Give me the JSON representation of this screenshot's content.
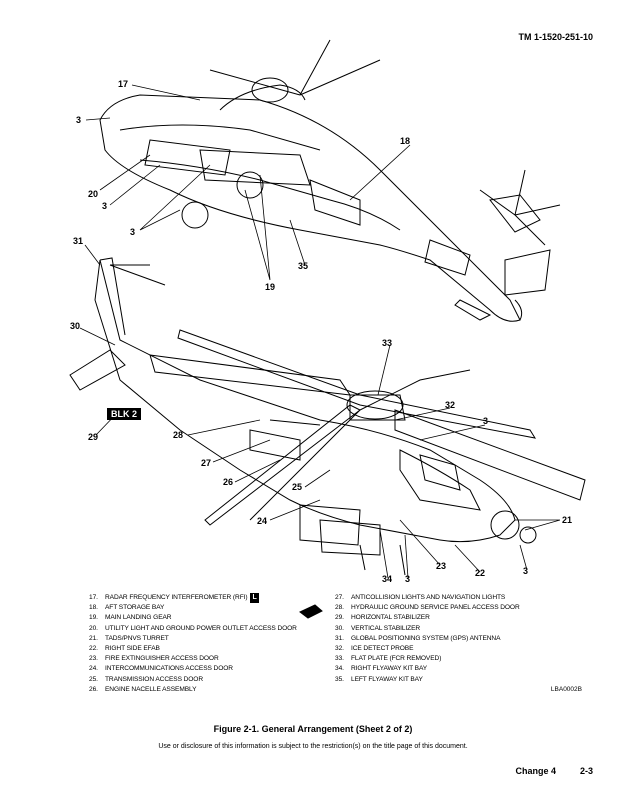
{
  "header": {
    "doc_number": "TM 1-1520-251-10"
  },
  "callouts": {
    "c17": "17",
    "c3a": "3",
    "c20": "20",
    "c3b": "3",
    "c3c": "3",
    "c18": "18",
    "c35": "35",
    "c19": "19",
    "c31": "31",
    "c30": "30",
    "c33": "33",
    "c32": "32",
    "c3d": "3",
    "c29": "29",
    "c28": "28",
    "c27": "27",
    "c26": "26",
    "c25": "25",
    "c24": "24",
    "c21": "21",
    "c23": "23",
    "c22": "22",
    "c3e": "3",
    "c34": "34",
    "c3f": "3"
  },
  "blk_label": "BLK 2",
  "legend_left": [
    {
      "num": "17.",
      "text": "RADAR FREQUENCY INTERFEROMETER (RFI)",
      "badge": "L"
    },
    {
      "num": "18.",
      "text": "AFT STORAGE BAY"
    },
    {
      "num": "19.",
      "text": "MAIN LANDING GEAR"
    },
    {
      "num": "20.",
      "text": "UTILITY LIGHT AND GROUND POWER OUTLET ACCESS DOOR"
    },
    {
      "num": "21.",
      "text": "TADS/PNVS TURRET"
    },
    {
      "num": "22.",
      "text": "RIGHT SIDE EFAB"
    },
    {
      "num": "23.",
      "text": "FIRE EXTINGUISHER ACCESS DOOR"
    },
    {
      "num": "24.",
      "text": "INTERCOMMUNICATIONS ACCESS DOOR"
    },
    {
      "num": "25.",
      "text": "TRANSMISSION ACCESS DOOR"
    },
    {
      "num": "26.",
      "text": "ENGINE NACELLE ASSEMBLY"
    }
  ],
  "legend_right": [
    {
      "num": "27.",
      "text": "ANTICOLLISION LIGHTS AND NAVIGATION LIGHTS"
    },
    {
      "num": "28.",
      "text": "HYDRAULIC GROUND SERVICE PANEL ACCESS DOOR"
    },
    {
      "num": "29.",
      "text": "HORIZONTAL STABILIZER"
    },
    {
      "num": "30.",
      "text": "VERTICAL STABILIZER"
    },
    {
      "num": "31.",
      "text": "GLOBAL POSITIONING SYSTEM (GPS) ANTENNA"
    },
    {
      "num": "32.",
      "text": "ICE DETECT PROBE"
    },
    {
      "num": "33.",
      "text": "FLAT PLATE (FCR REMOVED)"
    },
    {
      "num": "34.",
      "text": "RIGHT FLYAWAY KIT BAY"
    },
    {
      "num": "35.",
      "text": "LEFT FLYAWAY KIT BAY"
    }
  ],
  "figure_id": "LBA0002B",
  "caption": "Figure  2-1.   General Arrangement (Sheet 2 of 2)",
  "notice": "Use or disclosure of this information is subject to the restriction(s) on the title page of this document.",
  "footer": {
    "change": "Change 4",
    "page": "2-3"
  }
}
